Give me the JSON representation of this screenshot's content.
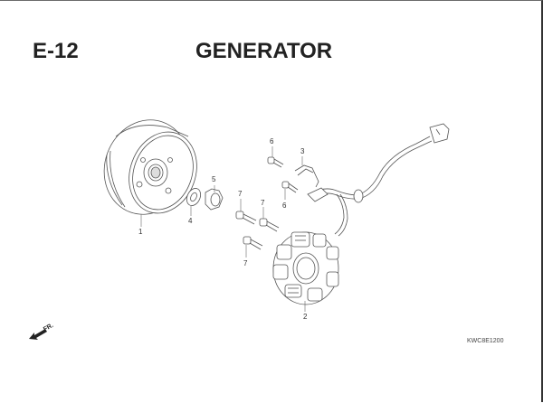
{
  "header": {
    "section_code": "E-12",
    "title": "GENERATOR"
  },
  "diagram": {
    "callouts": [
      {
        "number": "1",
        "part": "flywheel"
      },
      {
        "number": "2",
        "part": "stator"
      },
      {
        "number": "3",
        "part": "clamp"
      },
      {
        "number": "4",
        "part": "washer"
      },
      {
        "number": "5",
        "part": "nut"
      },
      {
        "number": "6",
        "part": "bolt"
      },
      {
        "number": "6",
        "part": "bolt"
      },
      {
        "number": "7",
        "part": "bolt"
      },
      {
        "number": "7",
        "part": "bolt"
      },
      {
        "number": "7",
        "part": "bolt"
      }
    ],
    "front_indicator": "FR.",
    "reference_code": "KWC8E1200"
  }
}
